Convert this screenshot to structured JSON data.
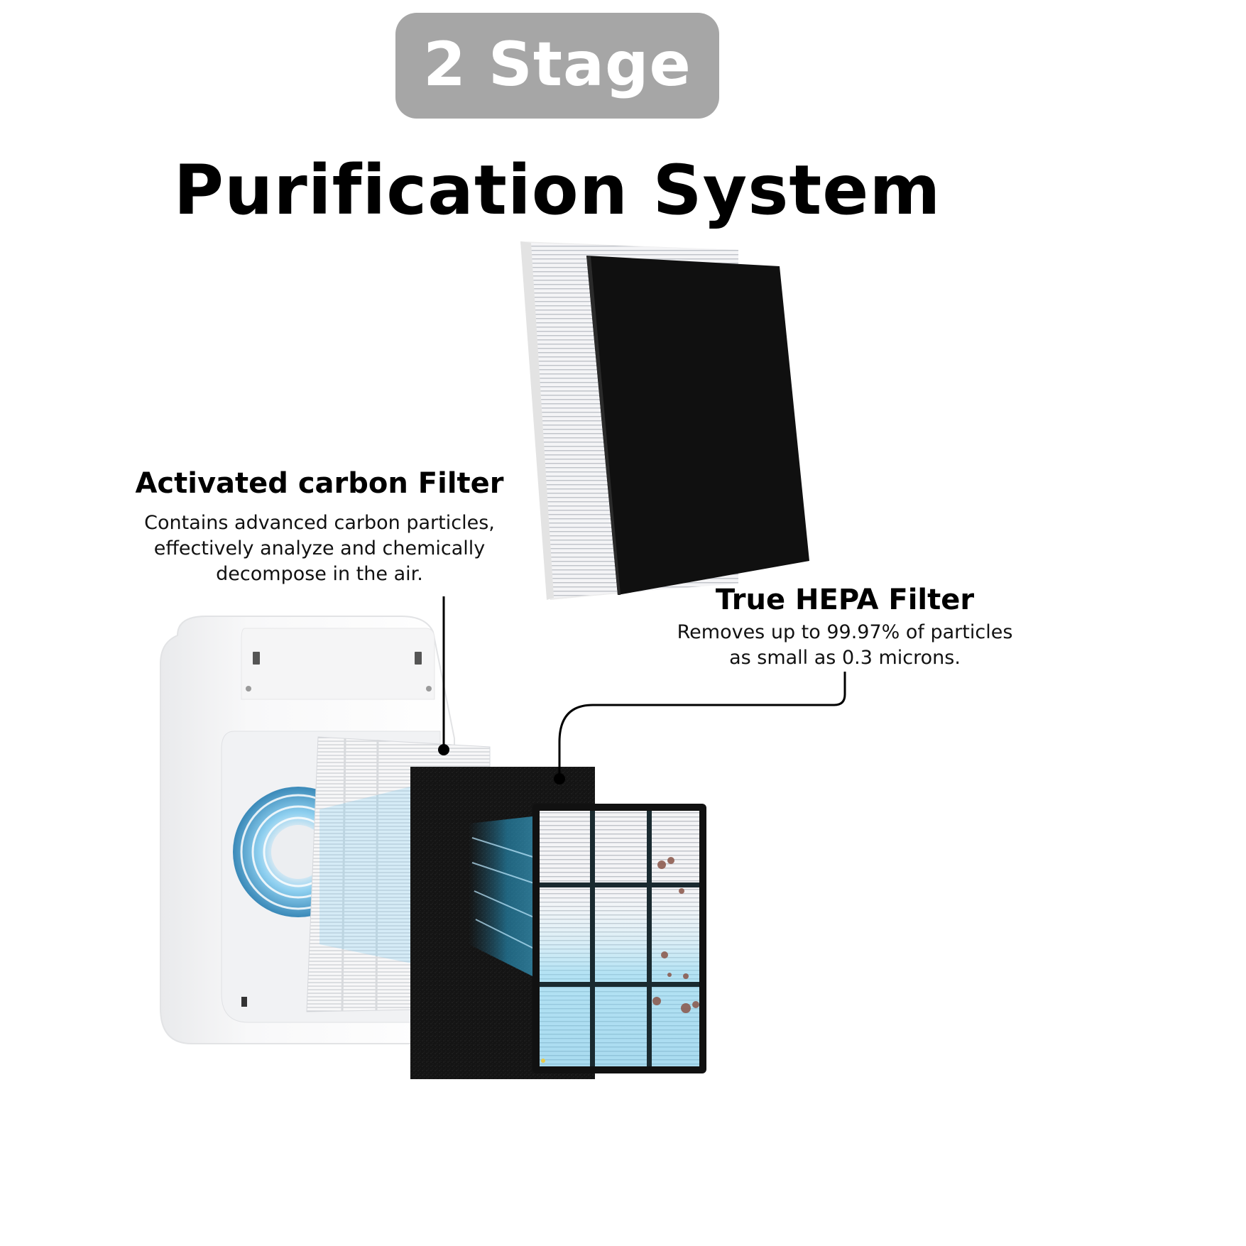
{
  "badge": {
    "label": "2 Stage",
    "bg_color": "#a6a6a6",
    "text_color": "#ffffff"
  },
  "headline": "Purification System",
  "callouts": {
    "carbon": {
      "title": "Activated carbon Filter",
      "desc_lines": [
        "Contains advanced carbon particles,",
        "effectively analyze and chemically",
        "decompose in the air."
      ]
    },
    "hepa": {
      "title": "True HEPA Filter",
      "desc_lines": [
        "Removes up to 99.97% of particles",
        "as small as 0.3 microns."
      ]
    }
  },
  "illustrations": {
    "top": "stacked-hepa-and-carbon-filters",
    "bottom": "air-purifier-exploded-view-with-filters",
    "accent_airflow_color": "#4fb6e8"
  }
}
